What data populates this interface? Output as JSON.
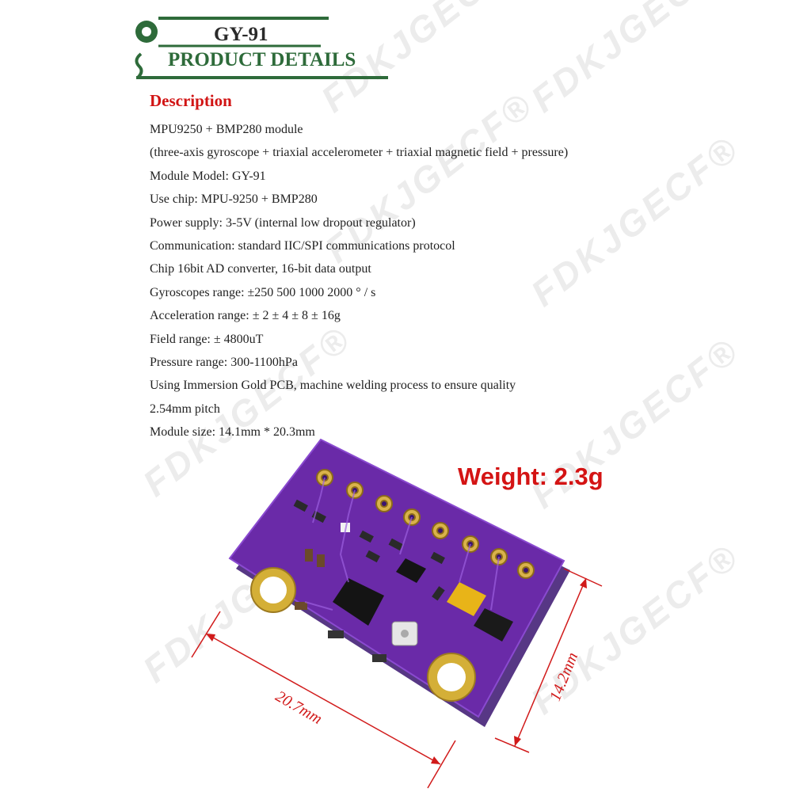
{
  "watermark": {
    "text": "FDKJGECF®"
  },
  "header": {
    "model_title": "GY-91",
    "section_title": "PRODUCT DETAILS",
    "accent_color": "#2e6b3a"
  },
  "description": {
    "heading": "Description",
    "heading_color": "#d11414",
    "lines": [
      "MPU9250 + BMP280 module",
      "(three-axis gyroscope + triaxial accelerometer + triaxial magnetic field + pressure)",
      "Module Model: GY-91",
      "Use chip: MPU-9250 + BMP280",
      "Power supply: 3-5V (internal low dropout regulator)",
      "Communication: standard IIC/SPI communications protocol",
      "Chip 16bit AD converter, 16-bit data output",
      "Gyroscopes range: ±250 500 1000 2000 ° / s",
      "Acceleration range: ± 2 ± 4 ± 8 ± 16g",
      "Field range: ± 4800uT",
      "Pressure range: 300-1100hPa",
      "Using Immersion Gold PCB, machine welding process to ensure quality",
      "2.54mm pitch",
      "Module size: 14.1mm * 20.3mm"
    ]
  },
  "product": {
    "weight_label": "Weight: 2.3g",
    "width_label": "20.7mm",
    "height_label": "14.2mm",
    "board_color": "#6a2aa8",
    "dimension_color": "#d11a1a"
  }
}
